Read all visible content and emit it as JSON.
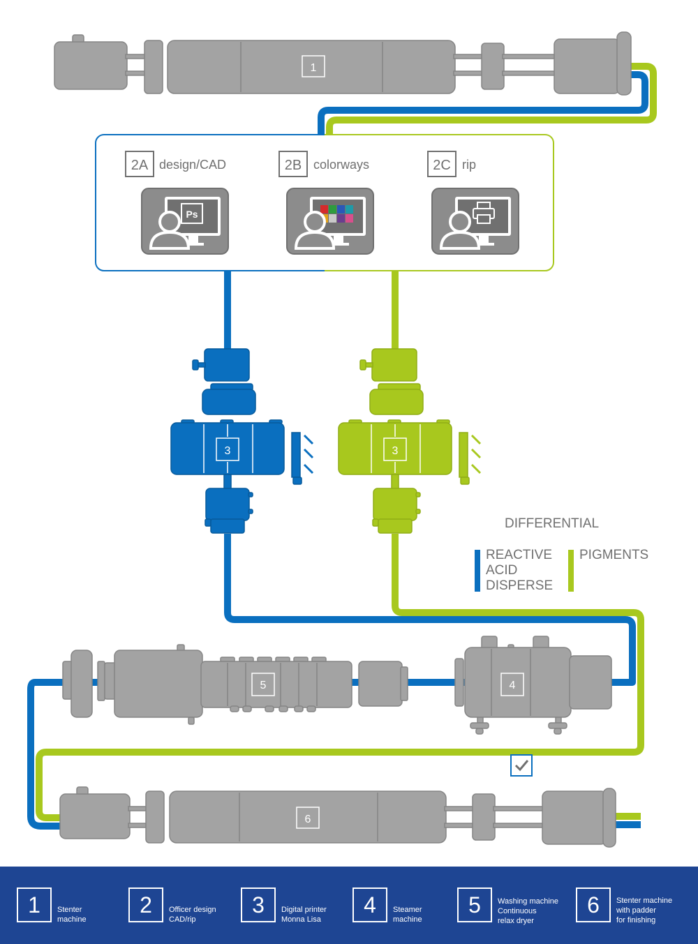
{
  "colors": {
    "blue": "#0a6fbf",
    "green": "#a8c81e",
    "machine_gray": "#a3a3a3",
    "machine_outline": "#858585",
    "text_gray": "#707070",
    "footer_bg": "#1e4593"
  },
  "machines": {
    "stenter_top": {
      "label": "1"
    },
    "printer_blue": {
      "label": "3"
    },
    "printer_green": {
      "label": "3"
    },
    "washer": {
      "label": "5"
    },
    "steamer": {
      "label": "4"
    },
    "stenter_bottom": {
      "label": "6"
    }
  },
  "office": {
    "stations": [
      {
        "code": "2A",
        "name": "design/CAD",
        "screen": "photoshop-screen-icon",
        "screen_text": "Ps"
      },
      {
        "code": "2B",
        "name": "colorways",
        "screen": "color-swatches-icon",
        "swatch_colors": [
          "#d62b2b",
          "#2e9c3e",
          "#2a58b8",
          "#1f9aa8",
          "#e2a21a",
          "#c9c9c9",
          "#6b3d8f",
          "#d84f8c"
        ]
      },
      {
        "code": "2C",
        "name": "rip",
        "screen": "printer-screen-icon"
      }
    ]
  },
  "differential": {
    "title": "DIFFERENTIAL",
    "blue_items": [
      "REACTIVE",
      "ACID",
      "DISPERSE"
    ],
    "green_items": [
      "PIGMENTS"
    ]
  },
  "check_icon": "checkmark-icon",
  "legend": [
    {
      "num": "1",
      "lines": [
        "Stenter",
        "machine"
      ]
    },
    {
      "num": "2",
      "lines": [
        "Officer design",
        "CAD/rip"
      ]
    },
    {
      "num": "3",
      "lines": [
        "Digital printer",
        "Monna Lisa"
      ]
    },
    {
      "num": "4",
      "lines": [
        "Steamer",
        "machine"
      ]
    },
    {
      "num": "5",
      "lines": [
        "Washing machine",
        "Continuous",
        "relax dryer"
      ]
    },
    {
      "num": "6",
      "lines": [
        "Stenter machine",
        "with padder",
        "for finishing"
      ]
    }
  ]
}
